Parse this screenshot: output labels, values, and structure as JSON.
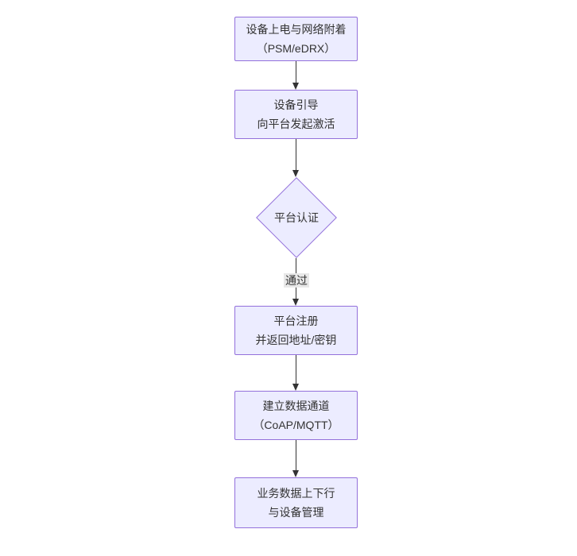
{
  "diagram": {
    "type": "flowchart",
    "direction": "top-down",
    "colors": {
      "node_fill": "#ECECFF",
      "node_border": "#9370DB",
      "edge_line": "#333333",
      "edge_label_bg": "#e8e8e8",
      "text": "#333333",
      "background": "#ffffff"
    },
    "nodes": [
      {
        "id": "A",
        "shape": "rect",
        "lines": [
          "设备上电与网络附着",
          "（PSM/eDRX）"
        ]
      },
      {
        "id": "B",
        "shape": "rect",
        "lines": [
          "设备引导",
          "向平台发起激活"
        ]
      },
      {
        "id": "C",
        "shape": "diamond",
        "lines": [
          "平台认证"
        ]
      },
      {
        "id": "D",
        "shape": "rect",
        "lines": [
          "平台注册",
          "并返回地址/密钥"
        ]
      },
      {
        "id": "E",
        "shape": "rect",
        "lines": [
          "建立数据通道",
          "（CoAP/MQTT）"
        ]
      },
      {
        "id": "F",
        "shape": "rect",
        "lines": [
          "业务数据上下行",
          "与设备管理"
        ]
      }
    ],
    "edges": [
      {
        "from": "A",
        "to": "B",
        "label": ""
      },
      {
        "from": "B",
        "to": "C",
        "label": ""
      },
      {
        "from": "C",
        "to": "D",
        "label": "通过"
      },
      {
        "from": "D",
        "to": "E",
        "label": ""
      },
      {
        "from": "E",
        "to": "F",
        "label": ""
      }
    ]
  }
}
